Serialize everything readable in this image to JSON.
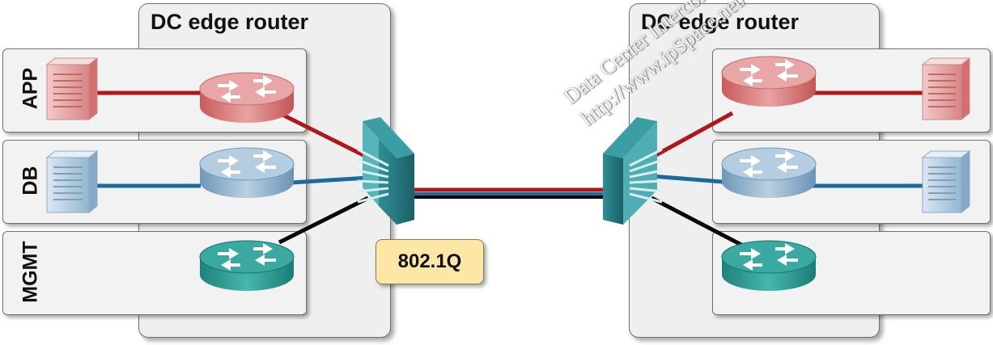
{
  "left_router": {
    "title": "DC edge router",
    "vrfs": [
      "APP",
      "DB",
      "MGMT"
    ]
  },
  "right_router": {
    "title": "DC edge router"
  },
  "trunk_label": "802.1Q",
  "watermark": {
    "line1": "Data Center Interconnects",
    "line2": "http://www.ipSpace.net/webinars"
  },
  "colors": {
    "app": "#b0171b",
    "db": "#1b6b9e",
    "mgmt": "#0a0a0a",
    "app_device": "#d97b7b",
    "db_device": "#8fb2cc",
    "mgmt_device": "#2a9a94"
  }
}
